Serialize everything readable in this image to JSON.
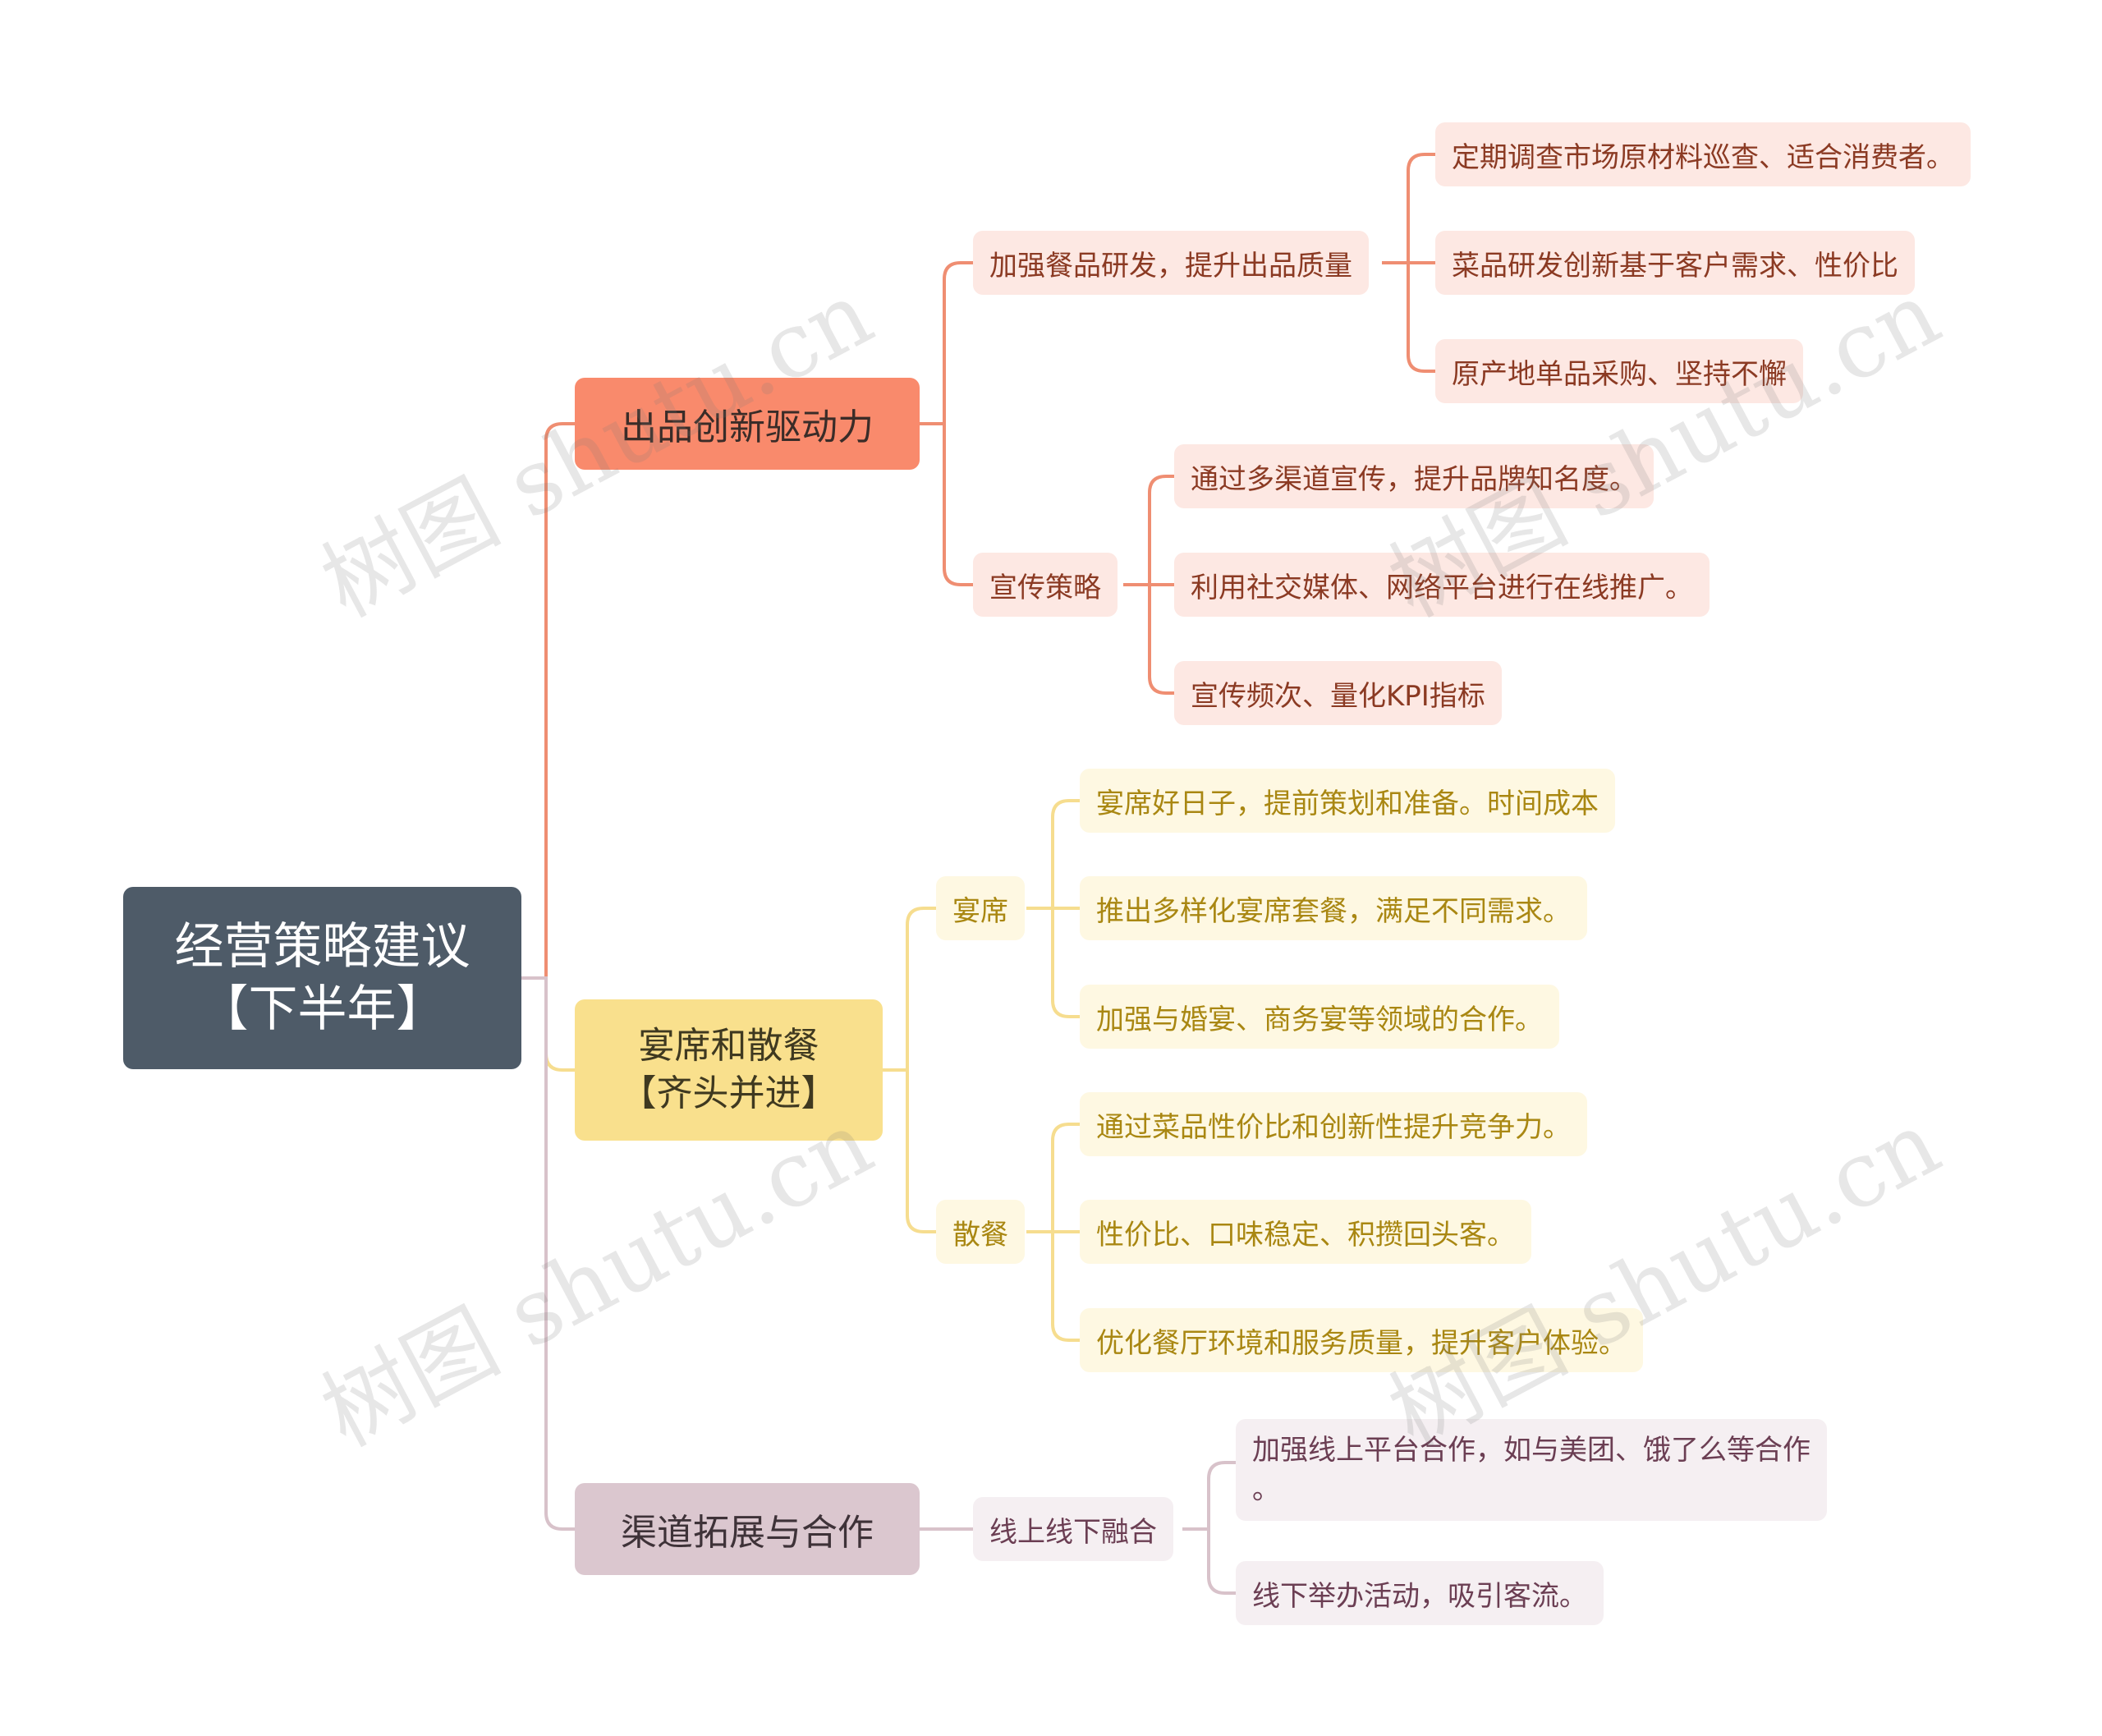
{
  "colors": {
    "root": "#4e5b68",
    "branch_red": "#f98a6c",
    "branch_yellow": "#f9e08d",
    "branch_purple": "#dbc7cf",
    "line_red": "#ef8e72",
    "line_yellow": "#f6dd8f",
    "line_purple": "#d8c2ca"
  },
  "root": {
    "line1": "经营策略建议",
    "line2": "【下半年】"
  },
  "branch1": {
    "label": "出品创新驱动力",
    "topics": [
      {
        "label": "加强餐品研发，提升出品质量",
        "leaves": [
          "定期调查市场原材料巡查、适合消费者。",
          "菜品研发创新基于客户需求、性价比",
          "原产地单品采购、坚持不懈"
        ]
      },
      {
        "label": "宣传策略",
        "leaves": [
          "通过多渠道宣传，提升品牌知名度。",
          "利用社交媒体、网络平台进行在线推广。",
          "宣传频次、量化KPI指标"
        ]
      }
    ]
  },
  "branch2": {
    "line1": "宴席和散餐",
    "line2": "【齐头并进】",
    "topics": [
      {
        "label": "宴席",
        "leaves": [
          "宴席好日子，提前策划和准备。时间成本",
          "推出多样化宴席套餐，满足不同需求。",
          "加强与婚宴、商务宴等领域的合作。"
        ]
      },
      {
        "label": "散餐",
        "leaves": [
          "通过菜品性价比和创新性提升竞争力。",
          "性价比、口味稳定、积攒回头客。",
          "优化餐厅环境和服务质量，提升客户体验。"
        ]
      }
    ]
  },
  "branch3": {
    "label": "渠道拓展与合作",
    "topics": [
      {
        "label": "线上线下融合",
        "leaves": [
          {
            "line1": "加强线上平台合作，如与美团、饿了么等合作",
            "line2": "。"
          },
          "线下举办活动，吸引客流。"
        ]
      }
    ]
  },
  "watermark": "树图 shutu.cn"
}
